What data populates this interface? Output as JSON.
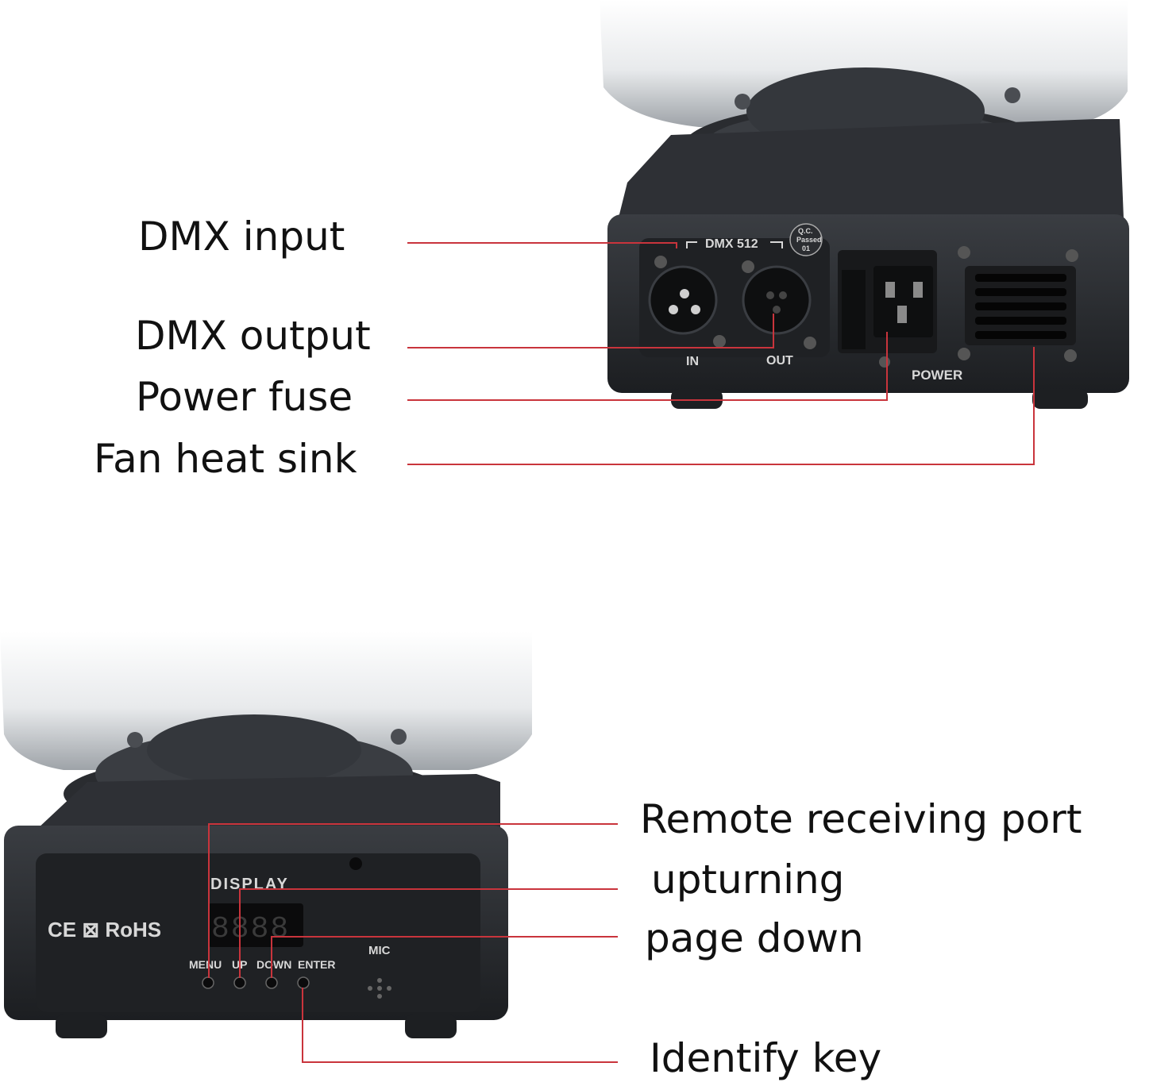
{
  "top_labels": {
    "dmx_input": "DMX input",
    "dmx_output": "DMX output",
    "power_fuse": "Power fuse",
    "fan_heat_sink": "Fan heat sink"
  },
  "bottom_labels": {
    "remote_port": "Remote receiving port",
    "upturning": "upturning",
    "page_down": "page down",
    "identify_key": "Identify key"
  },
  "top_device": {
    "dmx_header": "DMX 512",
    "qc_line1": "Q.C.",
    "qc_line2": "Passed",
    "qc_line3": "01",
    "in_label": "IN",
    "out_label": "OUT",
    "power_label": "POWER"
  },
  "bottom_device": {
    "display_label": "DISPLAY",
    "display_digits": "8888",
    "ce_rohs": "CE ⊠ RoHS",
    "menu_label": "MENU",
    "up_label": "UP",
    "down_label": "DOWN",
    "enter_label": "ENTER",
    "mic_label": "MIC"
  },
  "colors": {
    "leader_line": "#c9343c",
    "device_body": "#2b2d31",
    "panel": "#1f2124"
  }
}
